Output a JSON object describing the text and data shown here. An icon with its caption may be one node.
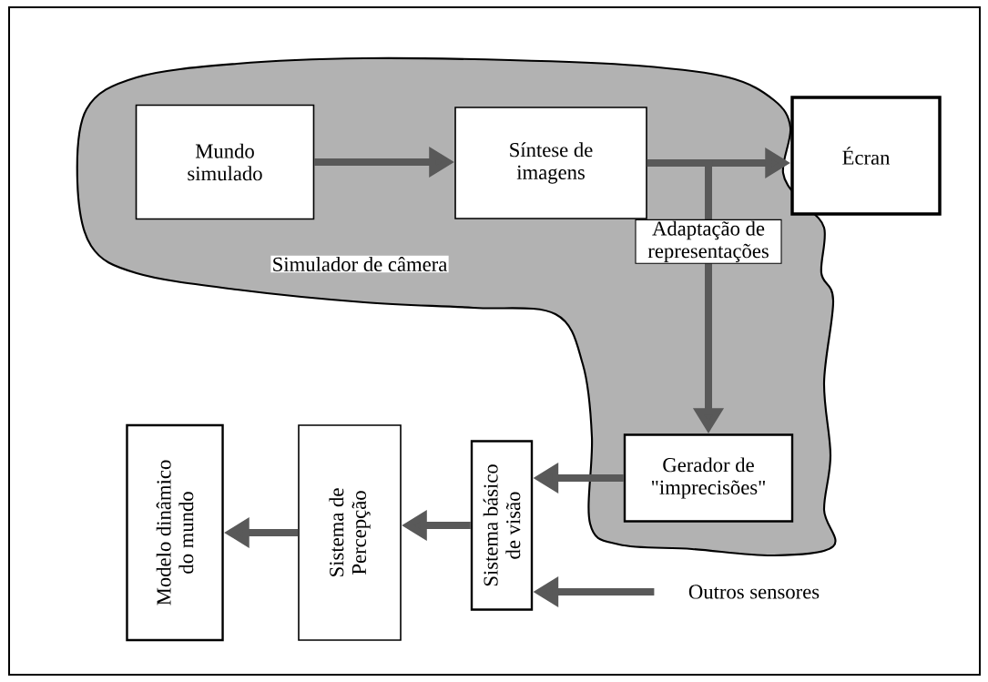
{
  "diagram": {
    "nodes": [
      {
        "text": [
          "Simulador de câmera"
        ]
      },
      {
        "text": [
          "Mundo simulado"
        ],
        "in": 0
      },
      {
        "text": [
          "Síntese de imagens"
        ],
        "in": 0
      },
      {
        "text": [
          "Écran"
        ]
      },
      {
        "text": [
          "Gerador de \"imprecisões\""
        ],
        "in": 0
      },
      {
        "text": [
          "Sistema básico de visão"
        ]
      },
      {
        "text": [
          "Sistema de Percepção"
        ]
      },
      {
        "text": [
          "Modelo dinâmico do mundo"
        ]
      },
      {
        "text": [
          "Outros sensores"
        ]
      }
    ],
    "edges": [
      {
        "from": 1,
        "to": 2,
        "arrow": "to"
      },
      {
        "from": 2,
        "to": 3,
        "arrow": "to"
      },
      {
        "from": 2,
        "to": 4,
        "arrow": "to",
        "label": "Adaptação de representações"
      },
      {
        "from": 4,
        "to": 5,
        "arrow": "to"
      },
      {
        "from": 8,
        "to": 5,
        "arrow": "to"
      },
      {
        "from": 5,
        "to": 6,
        "arrow": "to"
      },
      {
        "from": 6,
        "to": 7,
        "arrow": "to"
      }
    ]
  }
}
